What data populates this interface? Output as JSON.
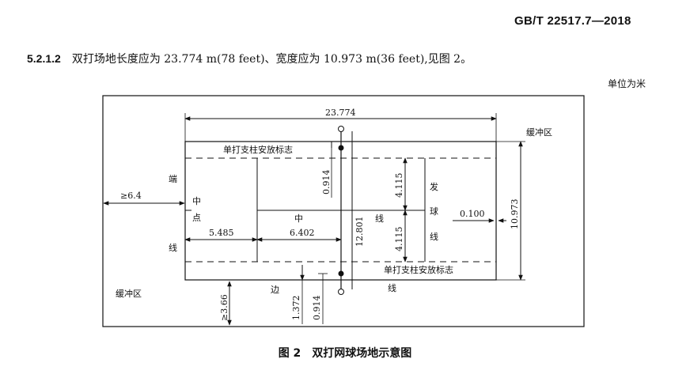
{
  "header": {
    "standard_no": "GB/T 22517.7—2018"
  },
  "clause": {
    "number": "5.2.1.2",
    "text": "双打场地长度应为 23.774 m(78 feet)、宽度应为 10.973 m(36 feet),见图 2。"
  },
  "unit_note": "单位为米",
  "figure": {
    "number": "图 2",
    "title": "双打网球场地示意图",
    "labels": {
      "length_total": "23.774",
      "width_total": "10.973",
      "buffer_top_right": "缓冲区",
      "buffer_bottom_left": "缓冲区",
      "post_mark_top": "单打支柱安放标志",
      "post_mark_bottom": "单打支柱安放标志",
      "end_char_1": "端",
      "end_char_2": "线",
      "center_char_1": "中",
      "center_char_2": "点",
      "center_line_char_1": "中",
      "center_line_char_2": "线",
      "serve_char_1": "发",
      "serve_char_2": "球",
      "serve_char_3": "线",
      "side_char_1": "边",
      "side_char_2": "线",
      "run_back": "≥6.4",
      "run_side": "≥3.66",
      "dim_5485": "5.485",
      "dim_6402": "6.402",
      "dim_0914_top": "0.914",
      "dim_0914_bottom": "0.914",
      "dim_4115_top": "4.115",
      "dim_4115_bottom": "4.115",
      "dim_12801": "12.801",
      "dim_1372": "1.372",
      "dim_0100": "0.100"
    }
  }
}
